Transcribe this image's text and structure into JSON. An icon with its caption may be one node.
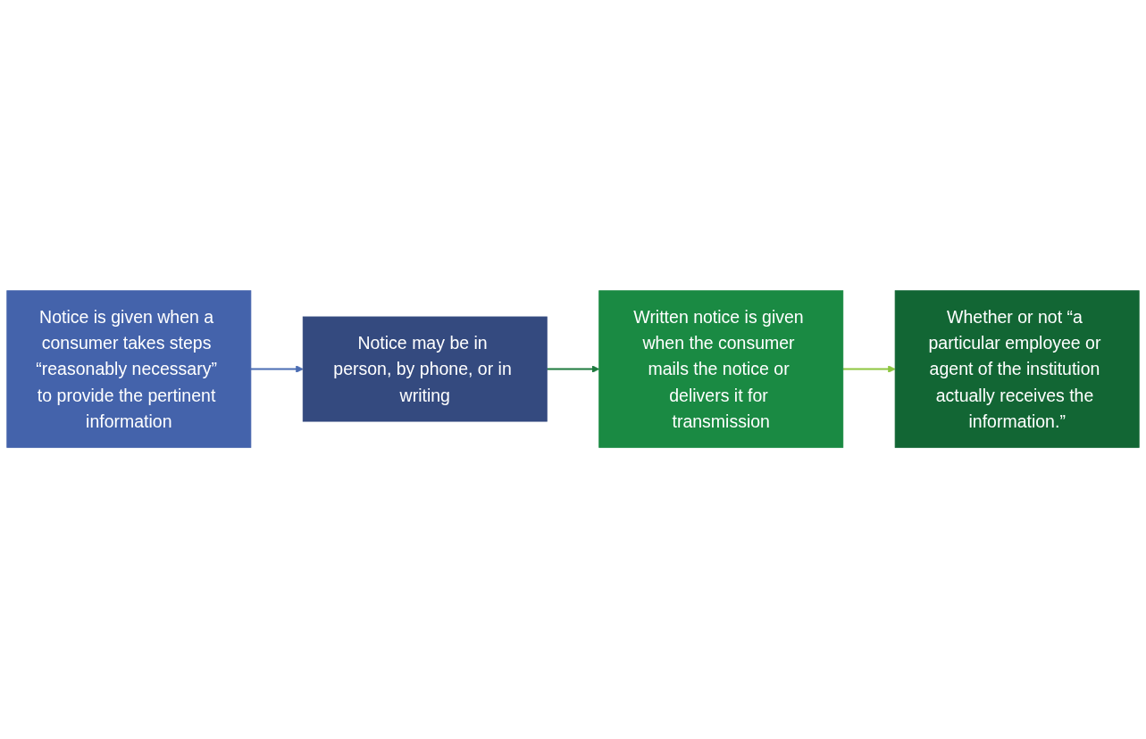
{
  "diagram": {
    "nodes": [
      {
        "text": [
          "Notice is given when a consumer takes steps “reasonably necessary” to provide the pertinent information"
        ]
      },
      {
        "text": [
          "Notice may be in person, by phone, or in writing"
        ]
      },
      {
        "text": [
          "Written notice is given when the consumer mails the notice or delivers it for transmission"
        ]
      },
      {
        "text": [
          "Whether or not “a particular employee or agent of the institution actually receives the information.”"
        ]
      }
    ],
    "edges": [
      {
        "from": 0,
        "to": 1,
        "arrow": "to",
        "color": "#4a6cb3"
      },
      {
        "from": 1,
        "to": 2,
        "arrow": "to",
        "color": "#1e7a3e"
      },
      {
        "from": 2,
        "to": 3,
        "arrow": "to",
        "color": "#8dc63f"
      }
    ]
  }
}
